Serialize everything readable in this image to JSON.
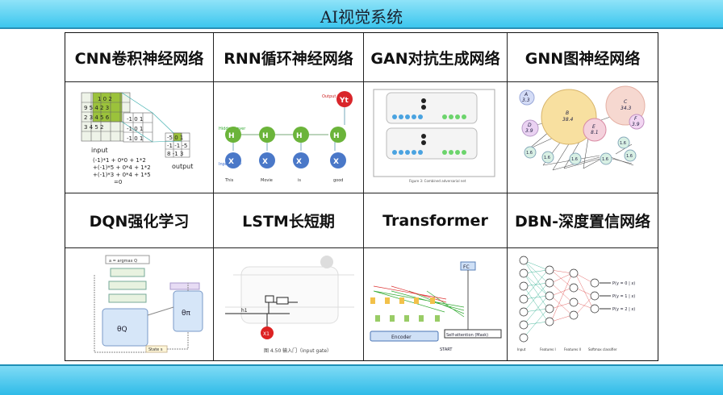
{
  "header": {
    "title": "AI视觉系统"
  },
  "cells": [
    {
      "title": "CNN卷积神经网络"
    },
    {
      "title": "RNN循环神经网络"
    },
    {
      "title": "GAN对抗生成网络"
    },
    {
      "title": "GNN图神经网络"
    },
    {
      "title": "DQN强化学习"
    },
    {
      "title": "LSTM长短期"
    },
    {
      "title": "Transformer"
    },
    {
      "title": "DBN-深度置信网络"
    }
  ],
  "cnn": {
    "input_label": "input",
    "output_label": "output",
    "formula": [
      "(-1)*1 + 0*0 + 1*2",
      "+(-1)*5 + 0*4 + 1*2",
      "+(-1)*3 + 0*4 + 1*5",
      "=0"
    ]
  },
  "rnn": {
    "output_layer": "Output Layer",
    "hidden_layer": "Hidden Layer",
    "input_layer": "Input Layer",
    "y_label": "Yt",
    "words": [
      "This",
      "Movie",
      "is",
      "good"
    ]
  },
  "gan": {
    "caption": "Figure 3: Combined adversarial net"
  },
  "gnn": {
    "nodes": [
      {
        "name": "A",
        "value": "3.3"
      },
      {
        "name": "B",
        "value": "38.4"
      },
      {
        "name": "C",
        "value": "34.3"
      },
      {
        "name": "D",
        "value": "3.9"
      },
      {
        "name": "E",
        "value": "8.1"
      },
      {
        "name": "F",
        "value": "3.9"
      }
    ],
    "small_value": "1.6"
  },
  "dqn": {
    "action_label": "a = argmax Q",
    "model_label": "θQ",
    "actor_label": "θπ",
    "state_label": "State s"
  },
  "lstm": {
    "caption": "图 4.50 输入门（input gate）"
  },
  "transformer": {
    "fc": "FC",
    "encoder": "Encoder",
    "self_attention": "Self-attention (Mask)",
    "start": "START"
  },
  "dbn": {
    "outputs": [
      "P(y = 0 | x)",
      "P(y = 1 | x)",
      "P(y = 2 | x)"
    ],
    "layers": [
      "Input",
      "Features I",
      "Features II",
      "Softmax classifier"
    ]
  }
}
